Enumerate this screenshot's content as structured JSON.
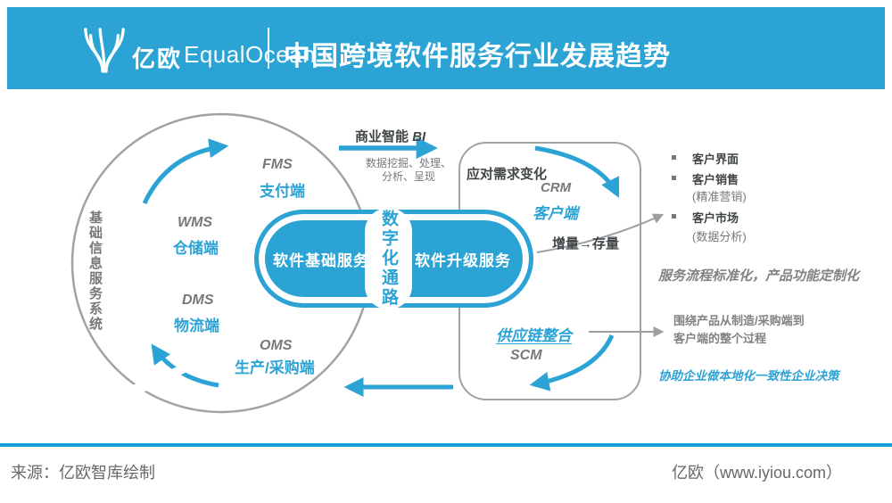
{
  "header": {
    "brand_cn": "亿欧",
    "brand_en": "EqualOcean",
    "title": "中国跨境软件服务行业发展趋势"
  },
  "colors": {
    "accent": "#2CA3D5",
    "dark_text": "#404547",
    "gray_text": "#77787B",
    "line_gray": "#9D9FA2"
  },
  "cycle": {
    "axis_label": "基础信息服务系统",
    "nodes": [
      {
        "abbr": "FMS",
        "label": "支付端"
      },
      {
        "abbr": "WMS",
        "label": "仓储端"
      },
      {
        "abbr": "DMS",
        "label": "物流端"
      },
      {
        "abbr": "OMS",
        "label": "生产/采购端"
      }
    ]
  },
  "capsule": {
    "left": "软件基础服务",
    "center": "数字化通路",
    "right": "软件升级服务"
  },
  "bi": {
    "name": "商业智能",
    "abbr": "BI",
    "desc_line1": "数据挖掘、处理、",
    "desc_line2": "分析、呈现"
  },
  "right_box": {
    "top": {
      "heading": "应对需求变化",
      "abbr": "CRM",
      "label": "客户端",
      "note": "增量→存量"
    },
    "bottom": {
      "heading": "供应链整合",
      "abbr": "SCM"
    }
  },
  "annotations": {
    "bullets": [
      {
        "label": "客户界面",
        "sub": ""
      },
      {
        "label": "客户销售",
        "sub": "(精准营销)"
      },
      {
        "label": "客户市场",
        "sub": "(数据分析)"
      }
    ],
    "service_note": "服务流程标准化，产品功能定制化",
    "process_note_line1": "围绕产品从制造/采购端到",
    "process_note_line2": "客户端的整个过程",
    "decision_note": "协助企业做本地化一致性企业决策"
  },
  "footer": {
    "source": "来源：亿欧智库绘制",
    "site": "亿欧（www.iyiou.com）"
  }
}
